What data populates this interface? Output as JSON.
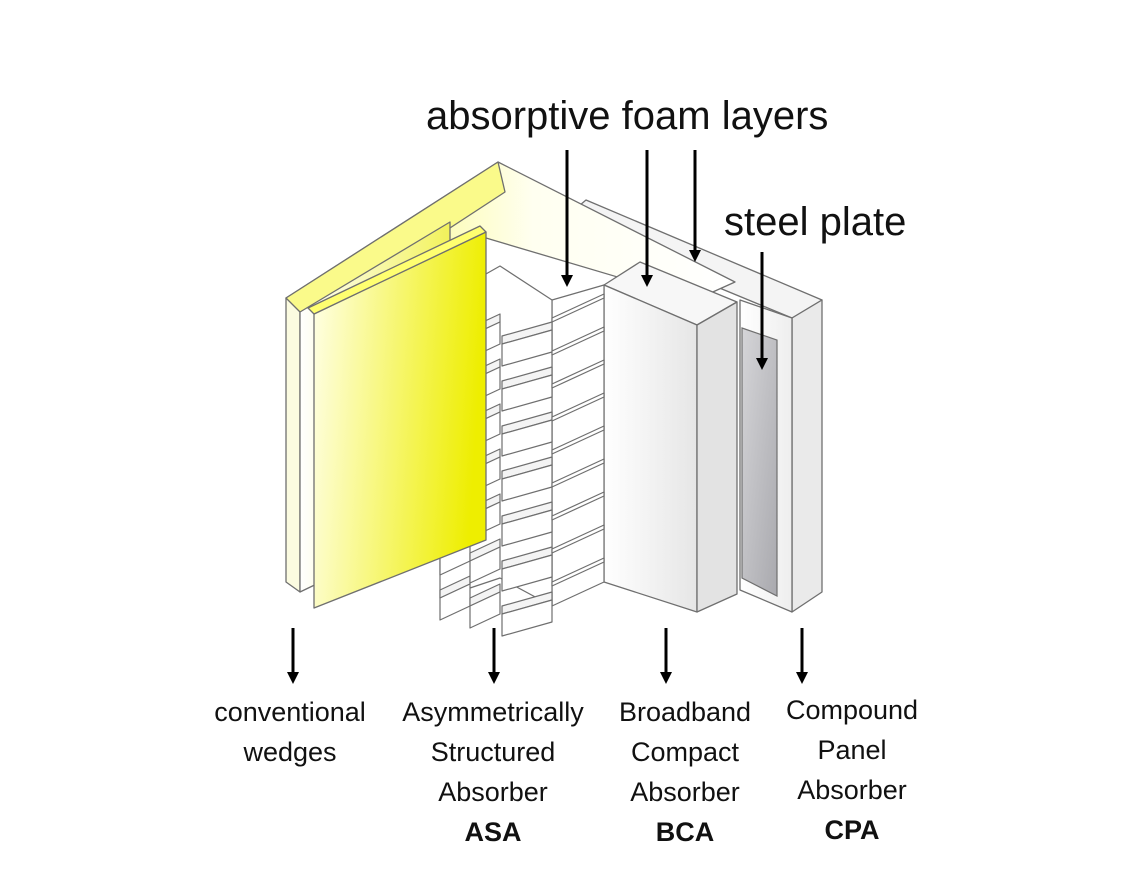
{
  "title": "absorptive foam layers",
  "steel_label": "steel plate",
  "labels": {
    "wedges": [
      "conventional",
      "wedges"
    ],
    "asa": [
      "Asymmetrically",
      "Structured",
      "Absorber",
      "ASA"
    ],
    "bca": [
      "Broadband",
      "Compact",
      "Absorber",
      "BCA"
    ],
    "cpa": [
      "Compound",
      "Panel",
      "Absorber",
      "CPA"
    ]
  },
  "colors": {
    "wedge_yellow": "#ffff00",
    "foam_white": "#ffffff",
    "steel_gray": "#b9b9bd",
    "outline": "#6f6f6f"
  }
}
